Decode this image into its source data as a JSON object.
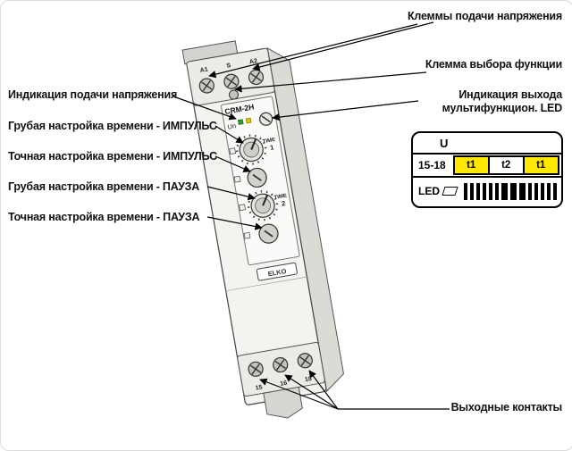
{
  "callouts": {
    "supply_terminals": "Клеммы подачи напряжения",
    "function_terminal": "Клемма выбора функции",
    "power_indication": "Индикация подачи напряжения",
    "coarse_pulse": "Грубая настройка времени - ИМПУЛЬС",
    "fine_pulse": "Точная настройка времени - ИМПУЛЬС",
    "coarse_pause": "Грубая настройка времени - ПАУЗА",
    "fine_pause": "Точная настройка времени - ПАУЗА",
    "multifunction_led_line1": "Индикация выхода",
    "multifunction_led_line2": "мультифункцион. LED",
    "output_contacts": "Выходные контакты"
  },
  "device": {
    "model": "CRM-2H",
    "power_led_label": "Un",
    "brand": "ELKO",
    "top_terminals": [
      "A1",
      "S",
      "A2"
    ],
    "bottom_terminals": [
      "15",
      "16",
      "18"
    ],
    "knob1_label_word": "TIME",
    "knob1_label_num": "1",
    "knob2_label_word": "TIME",
    "knob2_label_num": "2"
  },
  "timing": {
    "u_label": "U",
    "contact_label": "15-18",
    "segments": [
      "t1",
      "t2",
      "t1"
    ],
    "segment_highlight": [
      true,
      false,
      true
    ],
    "highlight_color": "#ffe800",
    "led_label": "LED",
    "led_pattern": [
      4,
      4,
      4,
      4,
      4,
      4,
      7,
      7,
      7,
      4,
      4,
      4,
      4,
      4
    ]
  }
}
